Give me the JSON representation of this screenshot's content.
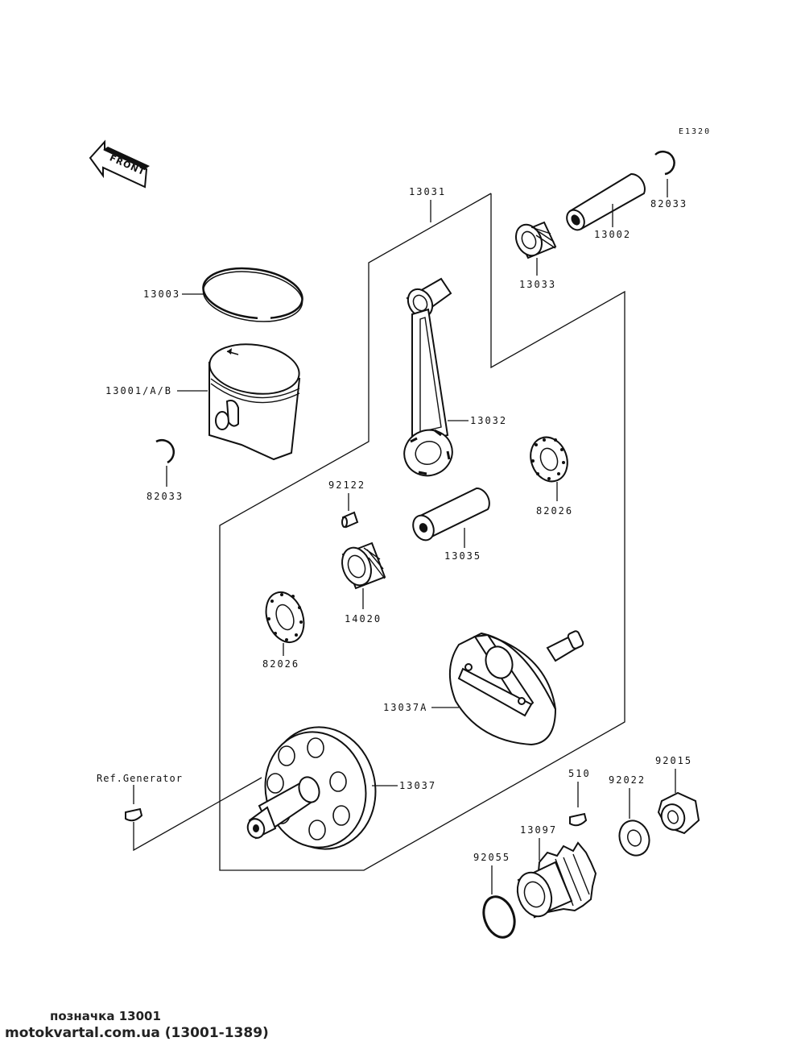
{
  "diagram_code": "E1320",
  "front_label": "FRONT",
  "labels": {
    "p13031": "13031",
    "p13002": "13002",
    "p82033_top": "82033",
    "p13033": "13033",
    "p13003": "13003",
    "p13001": "13001/A/B",
    "p13032": "13032",
    "p82033_left": "82033",
    "p82026_right": "82026",
    "p92122": "92122",
    "p13035": "13035",
    "p14020": "14020",
    "p82026_left": "82026",
    "p13037A": "13037A",
    "ref_generator": "Ref.Generator",
    "p13037": "13037",
    "p510": "510",
    "p92022": "92022",
    "p92015": "92015",
    "p13097": "13097",
    "p92055": "92055"
  },
  "footer": {
    "line1": "позначка 13001",
    "line2": "motokvartal.com.ua (13001-1389)"
  }
}
